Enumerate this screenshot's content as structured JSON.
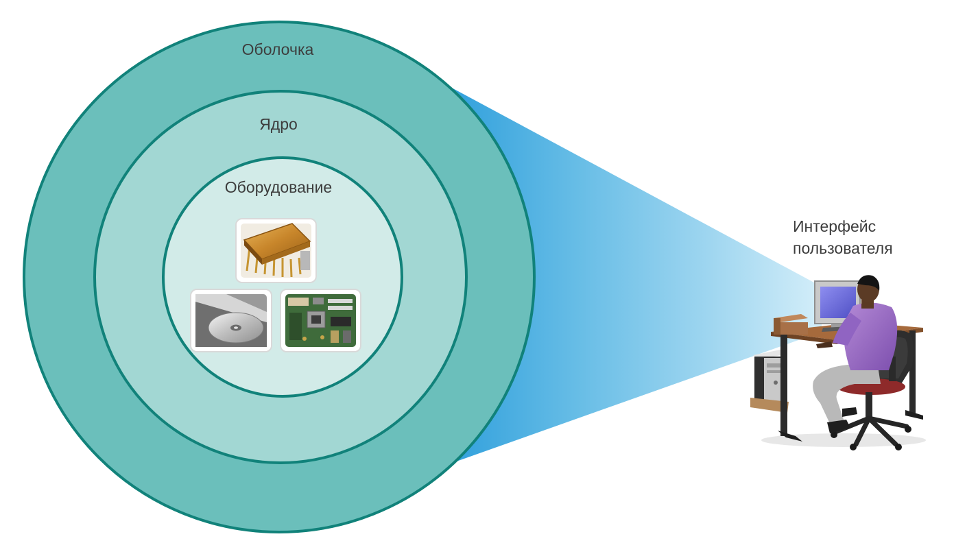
{
  "diagram": {
    "layers": [
      {
        "id": "shell",
        "label": "Оболочка"
      },
      {
        "id": "kernel",
        "label": "Ядро"
      },
      {
        "id": "hardware",
        "label": "Оборудование"
      }
    ],
    "hardware_items": [
      {
        "id": "memory-chip",
        "icon": "memory-chip-icon"
      },
      {
        "id": "optical-disc",
        "icon": "optical-drive-icon"
      },
      {
        "id": "motherboard",
        "icon": "motherboard-icon"
      }
    ],
    "user_interface": {
      "line1": "Интерфейс",
      "line2": "пользователя",
      "icon": "user-at-computer-icon"
    },
    "colors": {
      "shell_fill": "#6bbfbb",
      "kernel_fill": "#a2d7d3",
      "hardware_fill": "#d2ebe8",
      "ring_stroke": "#11827a",
      "beam_start": "#3aa8de",
      "beam_end": "#c8e8f6"
    }
  }
}
